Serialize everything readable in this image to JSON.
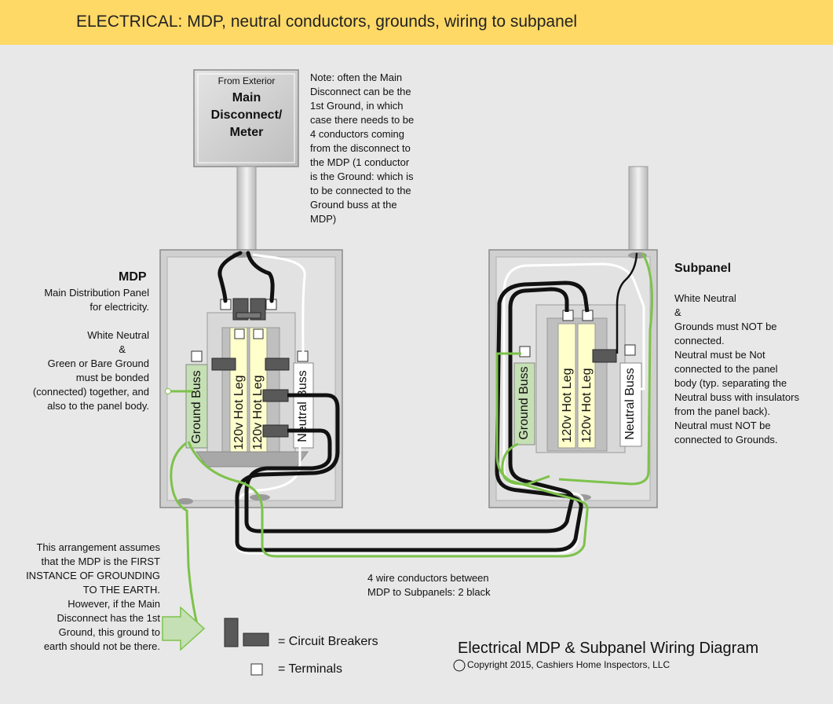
{
  "header": {
    "title": "ELECTRICAL: MDP,  neutral conductors, grounds, wiring to subpanel"
  },
  "meter": {
    "small": "From Exterior",
    "line1": "Main",
    "line2": "Disconnect/",
    "line3": "Meter"
  },
  "note": {
    "lines": [
      "Note: often the Main",
      "Disconnect can be the",
      "1st Ground, in which",
      "case there needs to be",
      "4 conductors coming",
      "from the disconnect to",
      "the MDP (1 conductor",
      "is the Ground: which is",
      "to be connected to the",
      "Ground buss at the",
      "MDP)"
    ]
  },
  "mdp": {
    "title": "MDP",
    "description": [
      "Main Distribution Panel",
      "for electricity.",
      "",
      "White Neutral",
      "&",
      "Green or Bare Ground",
      "must be bonded",
      "(connected) together, and",
      "also to the panel body."
    ],
    "ground_buss": "Ground Buss",
    "hot_leg_1": "120v Hot Leg",
    "hot_leg_2": "120v Hot Leg",
    "neutral_buss": "Neutral Buss"
  },
  "subpanel": {
    "title": "Subpanel",
    "description": [
      "White Neutral",
      "&",
      "Grounds must NOT be",
      "connected.",
      "Neutral must be Not",
      "connected to the panel",
      "body (typ. separating the",
      "Neutral buss with insulators",
      "from the panel back).",
      "Neutral must NOT be",
      "connected to Grounds."
    ],
    "ground_buss": "Ground Buss",
    "hot_leg_1": "120v Hot Leg",
    "hot_leg_2": "120v Hot Leg",
    "neutral_buss": "Neutral Buss"
  },
  "arrangement": {
    "lines": [
      "This arrangement assumes",
      "that the MDP is the FIRST",
      "INSTANCE OF GROUNDING",
      "TO THE EARTH.",
      "However, if the Main",
      "Disconnect has the 1st",
      "Ground, this ground to",
      "earth should not be there."
    ]
  },
  "conductors": {
    "line1": "4 wire conductors between",
    "line2": "MDP to Subpanels:  2 black"
  },
  "legend": {
    "breakers": "= Circuit Breakers",
    "terminals": "= Terminals"
  },
  "footer": {
    "title": "Electrical MDP & Subpanel Wiring Diagram",
    "copyright": "Copyright 2015, Cashiers Home Inspectors, LLC"
  },
  "colors": {
    "banner": "#ffd966",
    "ground": "#7dc24b",
    "hot": "#111111",
    "neutral": "#ffffff",
    "buss_ground": "#c5e0b4",
    "buss_hot": "#ffffcc"
  }
}
